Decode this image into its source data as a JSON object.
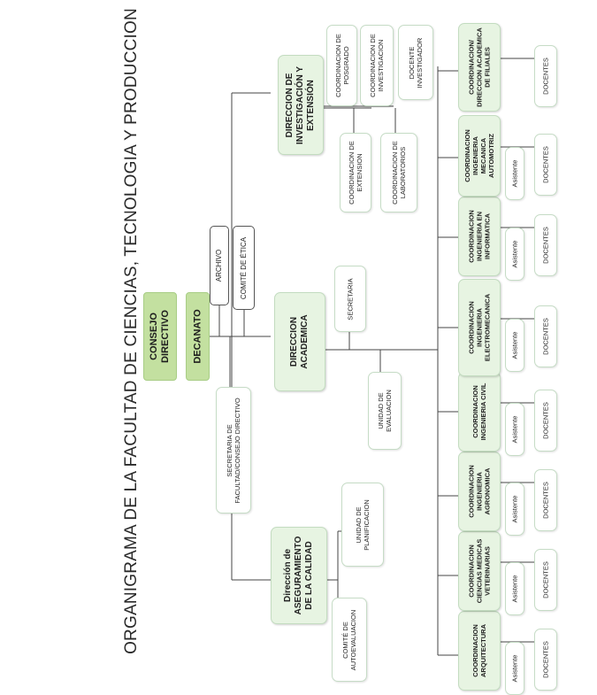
{
  "title": "ORGANIGRAMA DE LA FACULTAD DE CIENCIAS, TECNOLOGIA Y PRODUCCION",
  "top": {
    "consejo": "CONSEJO DIRECTIVO",
    "decanato": "DECANATO",
    "archivo": "ARCHIVO",
    "comite_etica": "COMITÉ DE ÉTICA",
    "secretaria_facultad": "SECRETARIA DE FACULTAD/CONSEJO DIRECTIVO"
  },
  "aseguramiento": {
    "head": "Dirección de ASEGURAMIENTO DE LA CALIDAD",
    "planificacion": "UNIDAD DE PLANIFICACION",
    "autoevaluacion": "COMITÉ DE AUTOEVALUACION"
  },
  "academica": {
    "head": "DIRECCION ACADEMICA",
    "secretaria": "SECRETARIA",
    "evaluacion": "UNIDAD DE EVALUACION"
  },
  "investigacion": {
    "head": "DIRECCION DE INVESTIGACIÓN Y EXTENSIÓN",
    "posgrado": "COORDINACION DE POSGRADO",
    "coord_investigacion": "COORDINACION DE INVESTIGACION",
    "docente_investigador": "DOCENTE INVESTIGADOR",
    "extension": "COORDINACION DE EXTENSION",
    "laboratorios": "COORDINACION DE LABORATORIOS"
  },
  "coordinations": [
    {
      "name": "COORDINACION ARQUITECTURA",
      "asistente": "Asistente",
      "docentes": "DOCENTES"
    },
    {
      "name": "COORDINACION CIENCIAS MEDICAS VETERINARIAS",
      "asistente": "Asistente",
      "docentes": "DOCENTES"
    },
    {
      "name": "COORDINACION INGENIERIA AGRONOMICA",
      "asistente": "Asistente",
      "docentes": "DOCENTES"
    },
    {
      "name": "COORDINACION INGENIERIA CIVIL",
      "asistente": "Asistente",
      "docentes": "DOCENTES"
    },
    {
      "name": "COORDINACION INGENIERIA ELECTROMECANICA",
      "asistente": "Asistente",
      "docentes": "DOCENTES"
    },
    {
      "name": "COORDINACION INGENIERIA EN INFORMATICA",
      "asistente": "Asistente",
      "docentes": "DOCENTES"
    },
    {
      "name": "COORDINACION INGENIERIA MECANICA AUTOMOTRIZ",
      "asistente": "Asistente",
      "docentes": "DOCENTES"
    },
    {
      "name": "COORDINACION/ DIRECCION ACADEMICA DE FILIALES",
      "asistente": "",
      "docentes": "DOCENTES"
    }
  ],
  "colors": {
    "green": "#c3e0a0",
    "mint": "#e7f4e2",
    "line": "#444444"
  }
}
